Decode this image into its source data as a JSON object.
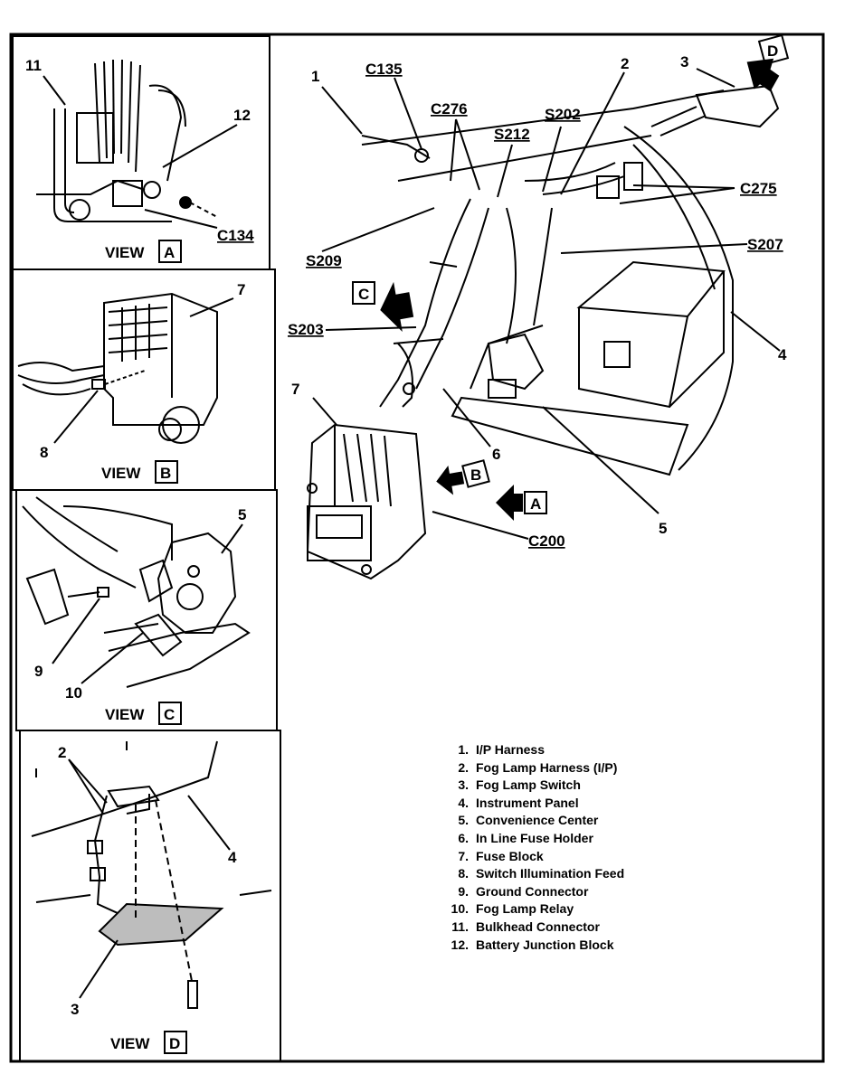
{
  "views": [
    {
      "title": "VIEW",
      "letter": "A"
    },
    {
      "title": "VIEW",
      "letter": "B"
    },
    {
      "title": "VIEW",
      "letter": "C"
    },
    {
      "title": "VIEW",
      "letter": "D"
    }
  ],
  "view_a": {
    "num_11": "11",
    "num_12": "12",
    "connector": "C134"
  },
  "view_b": {
    "num_7": "7",
    "num_8": "8"
  },
  "view_c": {
    "num_5": "5",
    "num_9": "9",
    "num_10": "10"
  },
  "view_d": {
    "num_2": "2",
    "num_4": "4",
    "num_3": "3"
  },
  "main": {
    "num_1": "1",
    "num_2": "2",
    "num_3": "3",
    "num_4": "4",
    "num_5": "5",
    "num_6": "6",
    "num_7": "7",
    "c135": "C135",
    "c276": "C276",
    "s212": "S212",
    "s202": "S202",
    "c275": "C275",
    "s207": "S207",
    "s209": "S209",
    "s203": "S203",
    "c200": "C200",
    "arrow_a": "A",
    "arrow_b": "B",
    "arrow_c": "C",
    "arrow_d": "D"
  },
  "legend": [
    {
      "num": "1.",
      "text": "I/P Harness"
    },
    {
      "num": "2.",
      "text": "Fog Lamp Harness (I/P)"
    },
    {
      "num": "3.",
      "text": "Fog Lamp Switch"
    },
    {
      "num": "4.",
      "text": "Instrument Panel"
    },
    {
      "num": "5.",
      "text": "Convenience Center"
    },
    {
      "num": "6.",
      "text": "In Line Fuse Holder"
    },
    {
      "num": "7.",
      "text": "Fuse Block"
    },
    {
      "num": "8.",
      "text": "Switch Illumination Feed"
    },
    {
      "num": "9.",
      "text": "Ground Connector"
    },
    {
      "num": "10.",
      "text": "Fog Lamp Relay"
    },
    {
      "num": "11.",
      "text": "Bulkhead Connector"
    },
    {
      "num": "12.",
      "text": "Battery Junction Block"
    }
  ]
}
